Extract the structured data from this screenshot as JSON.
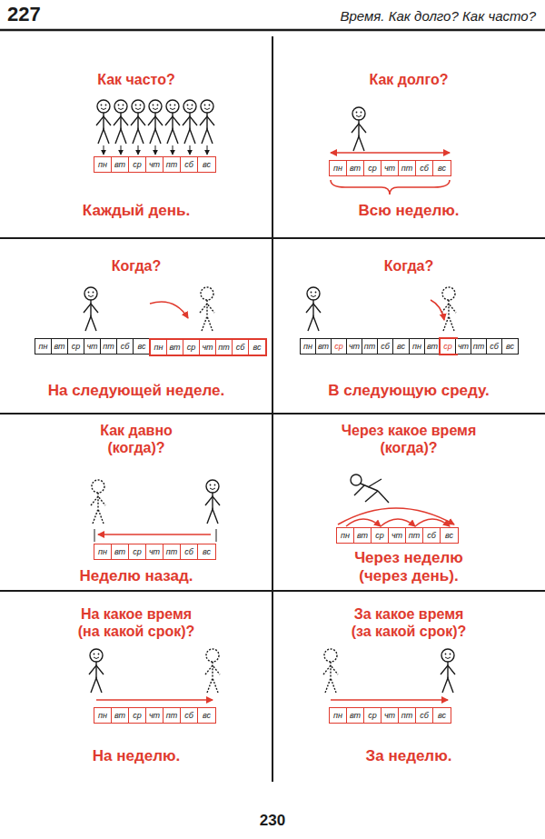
{
  "diagram": {
    "title": "Время. Как долго? Как часто?",
    "nodes": [
      {
        "text": [
          "Как часто?",
          "Каждый день."
        ]
      },
      {
        "text": [
          "пн",
          "вт",
          "ср",
          "чт",
          "пт",
          "сб",
          "вс"
        ],
        "in": 0
      },
      {
        "text": [
          "Как долго?",
          "Всю неделю."
        ]
      },
      {
        "text": [
          "пн",
          "вт",
          "ср",
          "чт",
          "пт",
          "сб",
          "вс"
        ],
        "in": 2
      },
      {
        "text": [
          "Когда?",
          "На следующей неделе."
        ]
      },
      {
        "text": [
          "пн",
          "вт",
          "ср",
          "чт",
          "пт",
          "сб",
          "вс"
        ],
        "in": 4
      },
      {
        "text": [
          "пн",
          "вт",
          "ср",
          "чт",
          "пт",
          "сб",
          "вс"
        ],
        "in": 4
      },
      {
        "text": [
          "Когда?",
          "В следующую среду."
        ]
      },
      {
        "text": [
          "пн",
          "вт",
          "ср",
          "чт",
          "пт",
          "сб",
          "вс"
        ],
        "in": 7
      },
      {
        "text": [
          "пн",
          "вт",
          "ср",
          "чт",
          "пт",
          "сб",
          "вс"
        ],
        "in": 7
      },
      {
        "text": [
          "Как давно (когда)?",
          "Неделю назад."
        ]
      },
      {
        "text": [
          "пн",
          "вт",
          "ср",
          "чт",
          "пт",
          "сб",
          "вс"
        ],
        "in": 10
      },
      {
        "text": [
          "Через какое время (когда)?",
          "Через неделю (через день)."
        ]
      },
      {
        "text": [
          "пн",
          "вт",
          "ср",
          "чт",
          "пт",
          "сб",
          "вс"
        ],
        "in": 12
      },
      {
        "text": [
          "На какое время (на какой срок)?",
          "На неделю."
        ]
      },
      {
        "text": [
          "пн",
          "вт",
          "ср",
          "чт",
          "пт",
          "сб",
          "вс"
        ],
        "in": 14
      },
      {
        "text": [
          "За какое время (за какой срок)?",
          "За неделю."
        ]
      },
      {
        "text": [
          "пн",
          "вт",
          "ср",
          "чт",
          "пт",
          "сб",
          "вс"
        ],
        "in": 16
      }
    ],
    "labels": [
      "227",
      "230"
    ]
  }
}
